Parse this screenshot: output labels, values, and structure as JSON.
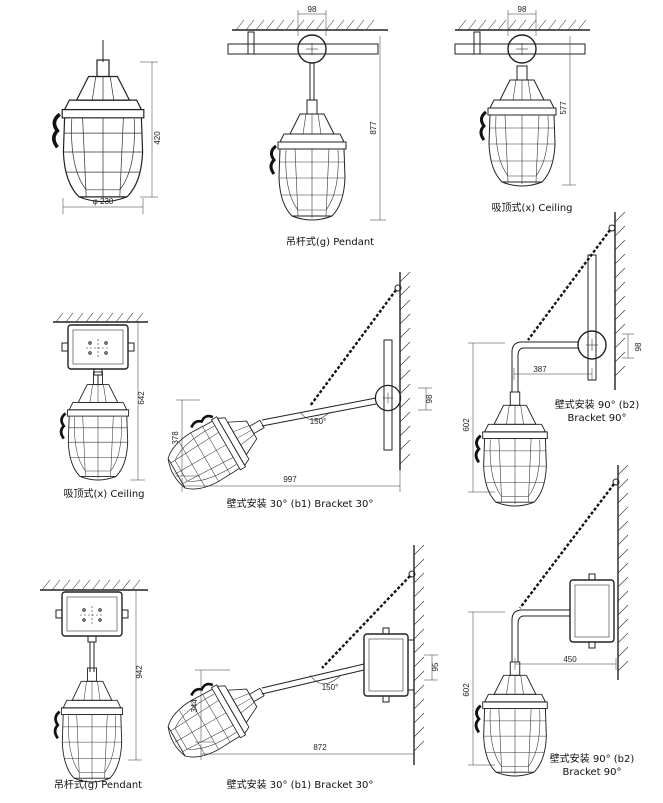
{
  "figures": [
    {
      "id": "fig1",
      "dims": [
        "420",
        "φ 230"
      ],
      "caption": ""
    },
    {
      "id": "fig2",
      "dims": [
        "98",
        "877"
      ],
      "caption": "吊杆式(g) Pendant"
    },
    {
      "id": "fig3",
      "dims": [
        "98",
        "577"
      ],
      "caption": "吸顶式(x) Ceiling"
    },
    {
      "id": "fig4",
      "dims": [
        "642"
      ],
      "caption": "吸顶式(x) Ceiling"
    },
    {
      "id": "fig5",
      "dims": [
        "98",
        "378",
        "150°",
        "997"
      ],
      "caption": "壁式安装 30° (b1) Bracket 30°"
    },
    {
      "id": "fig6",
      "dims": [
        "98",
        "387",
        "602"
      ],
      "caption_lines": [
        "壁式安装 90° (b2)",
        "Bracket 90°"
      ]
    },
    {
      "id": "fig7",
      "dims": [
        "942"
      ],
      "caption": "吊杆式(g) Pendant"
    },
    {
      "id": "fig8",
      "dims": [
        "95",
        "344",
        "150°",
        "872"
      ],
      "caption": "壁式安装 30° (b1) Bracket 30°"
    },
    {
      "id": "fig9",
      "dims": [
        "450",
        "602"
      ],
      "caption_lines": [
        "壁式安装 90° (b2)",
        "Bracket 90°"
      ]
    }
  ]
}
